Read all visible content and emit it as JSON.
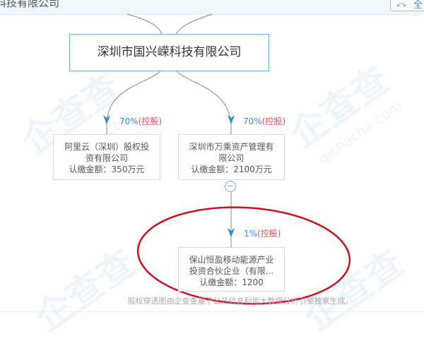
{
  "topbar": {
    "title": "科技有限公司",
    "fullscreen_button": {
      "icon": "expand-icon",
      "label": "全"
    }
  },
  "watermark": {
    "brand": "企查查",
    "domain": "qichacha.com"
  },
  "graph": {
    "root": {
      "name": "深圳市国兴嵘科技有限公司"
    },
    "children": [
      {
        "name_line1": "阿里云（深圳）股权投",
        "name_line2": "资有限公司",
        "amount_label": "认缴金额：350万元",
        "percent": "70%",
        "relation": "(控股)"
      },
      {
        "name_line1": "深圳市万乘资产管理有",
        "name_line2": "限公司",
        "amount_label": "认缴金额：2100万元",
        "percent": "70%",
        "relation": "(控股)",
        "collapse_icon": "minus-circle-icon"
      }
    ],
    "grandchild": {
      "name_line1": "保山恒盈移动能源产业",
      "name_line2": "投资合伙企业（有限...",
      "amount_label": "认缴金额：1200",
      "percent": "1%",
      "relation": "(控股)"
    }
  },
  "annotation": {
    "shape": "ellipse",
    "color": "#cc1122"
  },
  "footer": {
    "text": "股权穿透图由企查查基于公开信息利用大数据分析引擎独家生成。"
  },
  "colors": {
    "accent_blue": "#3b8fdd",
    "control_red": "#e5535b",
    "node_border": "#6aaee8"
  }
}
